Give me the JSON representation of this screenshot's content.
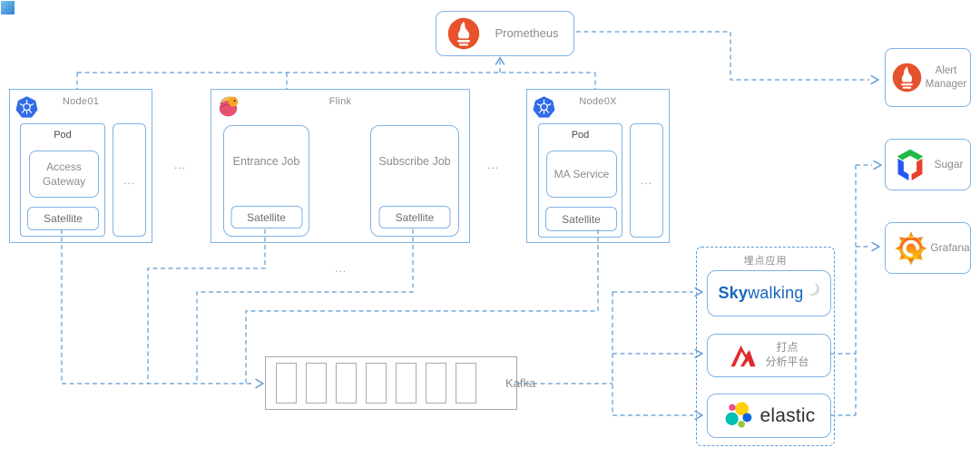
{
  "diagram": {
    "prometheus": {
      "label": "Prometheus",
      "icon": "prometheus-flame-icon"
    },
    "alert_manager": {
      "label": "Alert Manager",
      "icon": "prometheus-flame-icon"
    },
    "sugar": {
      "label": "Sugar",
      "icon": "sugar-cube-icon"
    },
    "grafana": {
      "label": "Grafana",
      "icon": "grafana-spiral-icon"
    },
    "node01": {
      "label": "Node01",
      "icon": "kubernetes-icon",
      "pod": {
        "label": "Pod",
        "service": "Access Gateway",
        "satellite": "Satellite"
      },
      "extra_pod_ellipsis": "..."
    },
    "flink": {
      "label": "Flink",
      "icon": "flink-squirrel-icon",
      "jobs": [
        {
          "label": "Entrance Job",
          "satellite": "Satellite"
        },
        {
          "label": "Subscribe Job",
          "satellite": "Satellite"
        }
      ],
      "jobs_ellipsis": "..."
    },
    "node0x": {
      "label": "Node0X",
      "icon": "kubernetes-icon",
      "pod": {
        "label": "Pod",
        "service": "MA Service",
        "satellite": "Satellite"
      },
      "extra_pod_ellipsis": "..."
    },
    "between_ellipsis_left": "...",
    "between_ellipsis_right": "...",
    "kafka": {
      "label": "Kafka",
      "partitions": 7
    },
    "tracking_group": {
      "label": "埋点应用",
      "skywalking": {
        "brand_primary": "Sky",
        "brand_secondary": "walking",
        "icon": "skywalking-crescent-icon"
      },
      "analysis_platform": {
        "line1": "打点",
        "line2": "分析平台",
        "icon": "analysis-platform-icon"
      },
      "elastic": {
        "label": "elastic",
        "icon": "elastic-cluster-icon"
      }
    }
  },
  "colors": {
    "box_border": "#7FB2E5",
    "connector": "#5B9BD5",
    "kafka_border": "#A6A6A6",
    "label_gray": "#8C8C8C",
    "kubernetes_blue": "#326CE5",
    "prometheus_orange": "#E6522C",
    "skywalking_blue": "#1665C0",
    "analysis_red": "#E02B2B",
    "elastic_dark": "#2E2E2E"
  }
}
